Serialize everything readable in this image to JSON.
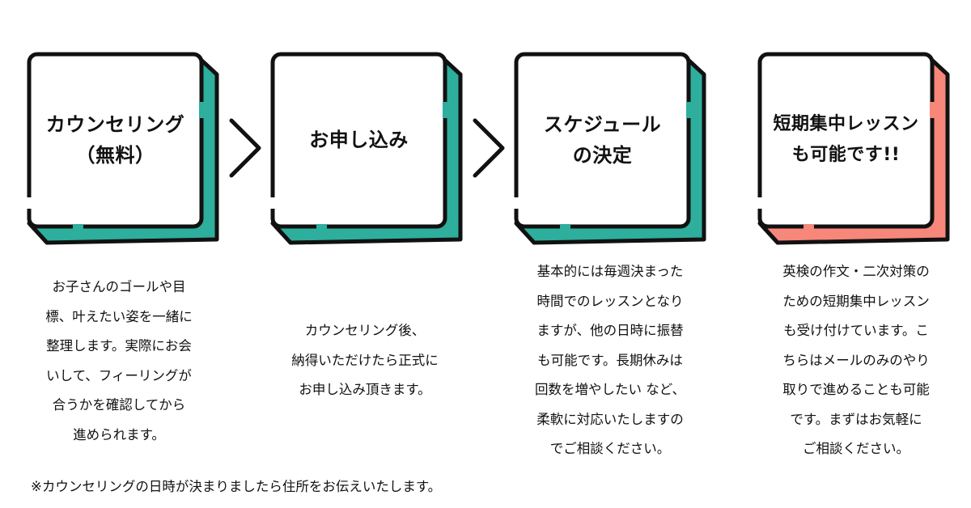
{
  "colors": {
    "teal": "#2EAE9D",
    "salmon": "#F6877A",
    "stroke": "#111111"
  },
  "steps": [
    {
      "title": "カウンセリング\n（無料）",
      "description": "お子さんのゴールや目\n標、叶えたい姿を一緒に\n整理します。実際にお会\nいして、フィーリングが\n合うかを確認してから\n進められます。"
    },
    {
      "title": "お申し込み",
      "description": "カウンセリング後、\n納得いただけたら正式に\nお申し込み頂きます。"
    },
    {
      "title": "スケジュール\nの決定",
      "description": "基本的には毎週決まった\n時間でのレッスンとなり\nますが、他の日時に振替\nも可能です。長期休みは\n回数を増やしたい など、\n柔軟に対応いたしますの\nでご相談ください。"
    },
    {
      "title": "短期集中レッスン\nも可能です!!",
      "description": "英検の作文・二次対策の\nための短期集中レッスン\nも受け付けています。こ\nちらはメールのみのやり\n取りで進めることも可能\nです。まずはお気軽に\nご相談ください。"
    }
  ],
  "note": "※カウンセリングの日時が決まりましたら住所をお伝えいたします。"
}
